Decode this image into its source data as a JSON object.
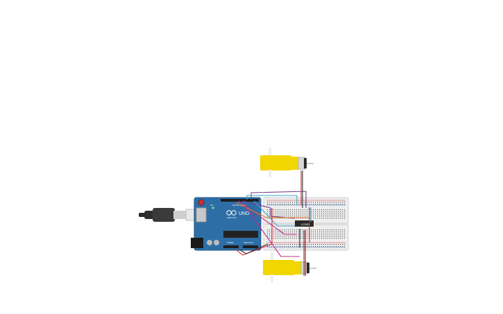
{
  "board": {
    "brand": "UNO",
    "sub_brand": "ARDUINO",
    "pwr_label": "POWER",
    "analog_label": "ANALOG IN",
    "digital_label": "DIGITAL (PWM~)",
    "on_label": "ON"
  },
  "driver_chip": {
    "label": "L293D"
  },
  "colors": {
    "arduino_board": "#2e6ea7",
    "breadboard": "#eeeeee",
    "motor": "#f2d600",
    "wire_red": "#d0252d",
    "wire_purple": "#7a3a8c",
    "wire_magenta": "#c42a8a",
    "wire_cyan": "#3aa6c9",
    "wire_dark": "#2e2e2e",
    "wire_orange": "#e07a1f"
  }
}
